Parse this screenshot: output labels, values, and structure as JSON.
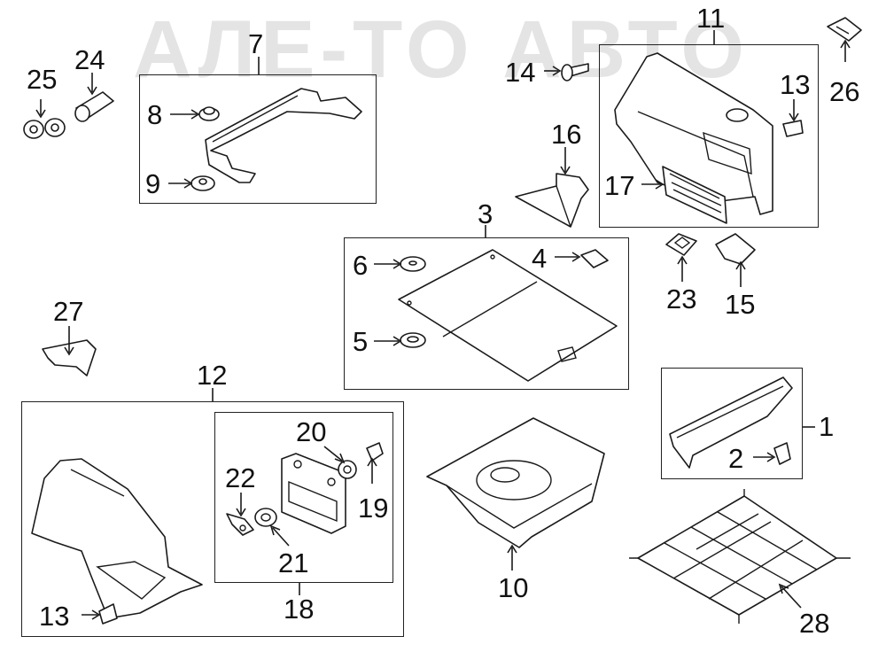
{
  "watermark": "АЛЕ-ТО АВТО",
  "callouts": {
    "c1": "1",
    "c2": "2",
    "c3": "3",
    "c4": "4",
    "c5": "5",
    "c6": "6",
    "c7": "7",
    "c8": "8",
    "c9": "9",
    "c10": "10",
    "c11": "11",
    "c12": "12",
    "c13a": "13",
    "c13b": "13",
    "c14": "14",
    "c15": "15",
    "c16": "16",
    "c17": "17",
    "c18": "18",
    "c19": "19",
    "c20": "20",
    "c21": "21",
    "c22": "22",
    "c23": "23",
    "c24": "24",
    "c25": "25",
    "c26": "26",
    "c27": "27",
    "c28": "28"
  }
}
